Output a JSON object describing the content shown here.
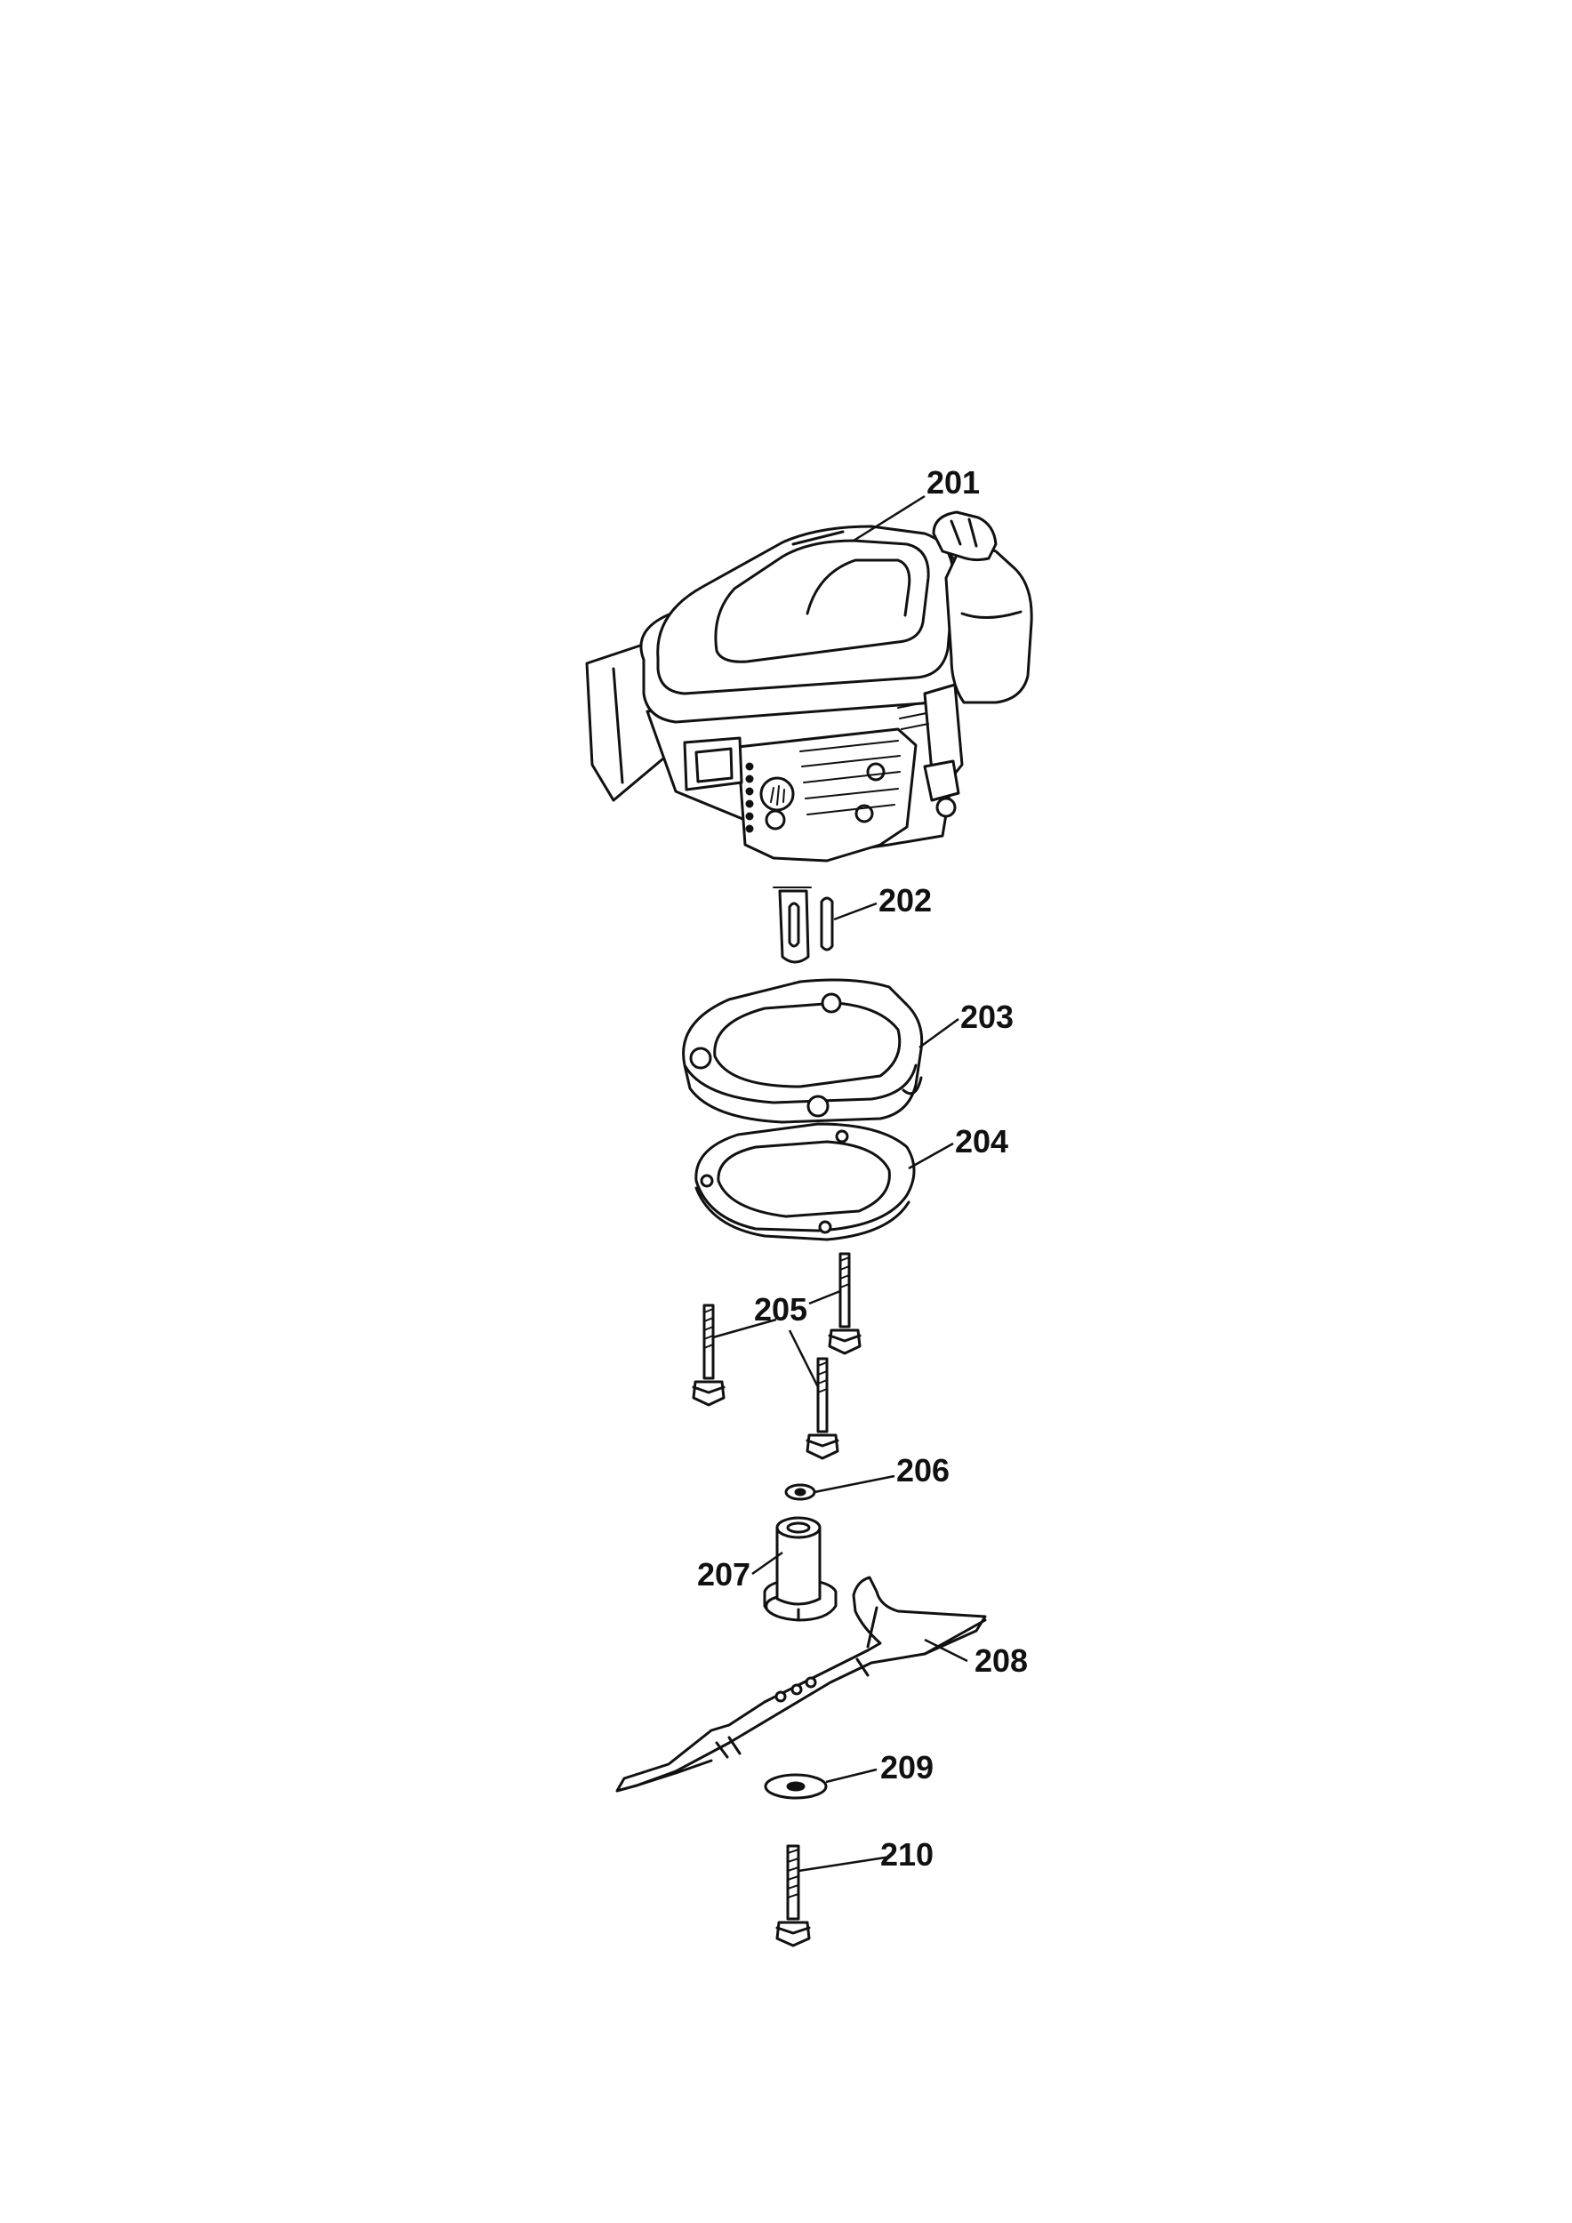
{
  "callouts": [
    {
      "id": "201",
      "text": "201"
    },
    {
      "id": "202",
      "text": "202"
    },
    {
      "id": "203",
      "text": "203"
    },
    {
      "id": "204",
      "text": "204"
    },
    {
      "id": "205",
      "text": "205"
    },
    {
      "id": "206",
      "text": "206"
    },
    {
      "id": "207",
      "text": "207"
    },
    {
      "id": "208",
      "text": "208"
    },
    {
      "id": "209",
      "text": "209"
    },
    {
      "id": "210",
      "text": "210"
    }
  ]
}
